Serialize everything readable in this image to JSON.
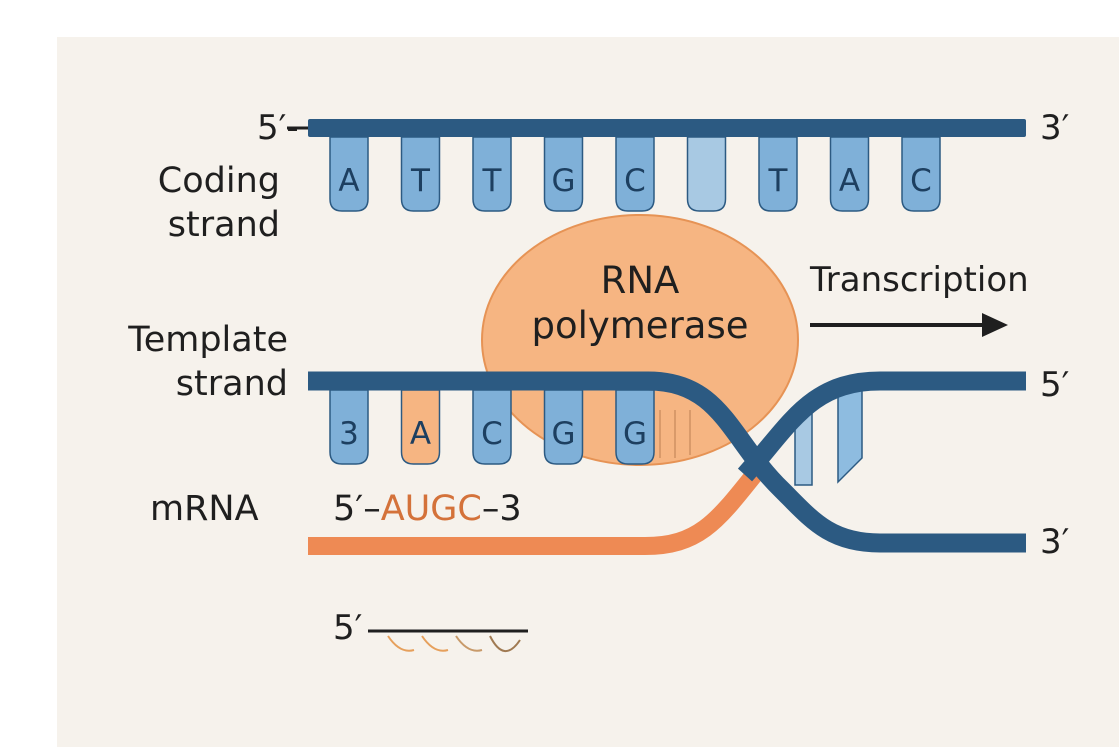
{
  "coding_strand": {
    "label": "Coding\nstrand",
    "end_5": "5′-",
    "end_3": "3′",
    "bases": [
      "A",
      "T",
      "T",
      "G",
      "C",
      "",
      "T",
      "A",
      "C"
    ]
  },
  "template_strand": {
    "label": "Template\nstrand",
    "end_5": "5′",
    "end_3": "3′",
    "bases": [
      "3",
      "A",
      "C",
      "G",
      "G"
    ]
  },
  "mrna": {
    "label": "mRNA",
    "seq_prefix": "5′–",
    "seq_bases": "AUGC",
    "seq_suffix": "–3"
  },
  "polymerase": {
    "label": "RNA\npolymerase"
  },
  "direction": {
    "label": "Transcription"
  },
  "bottom_fragment": {
    "end_5": "5′"
  },
  "colors": {
    "strand": "#2c5a82",
    "base_fill": "#7fb0d8",
    "base_fill_light": "#a8c9e3",
    "mrna": "#ee8a54",
    "polymerase": "#f6b582",
    "background": "#f6f2ec"
  }
}
